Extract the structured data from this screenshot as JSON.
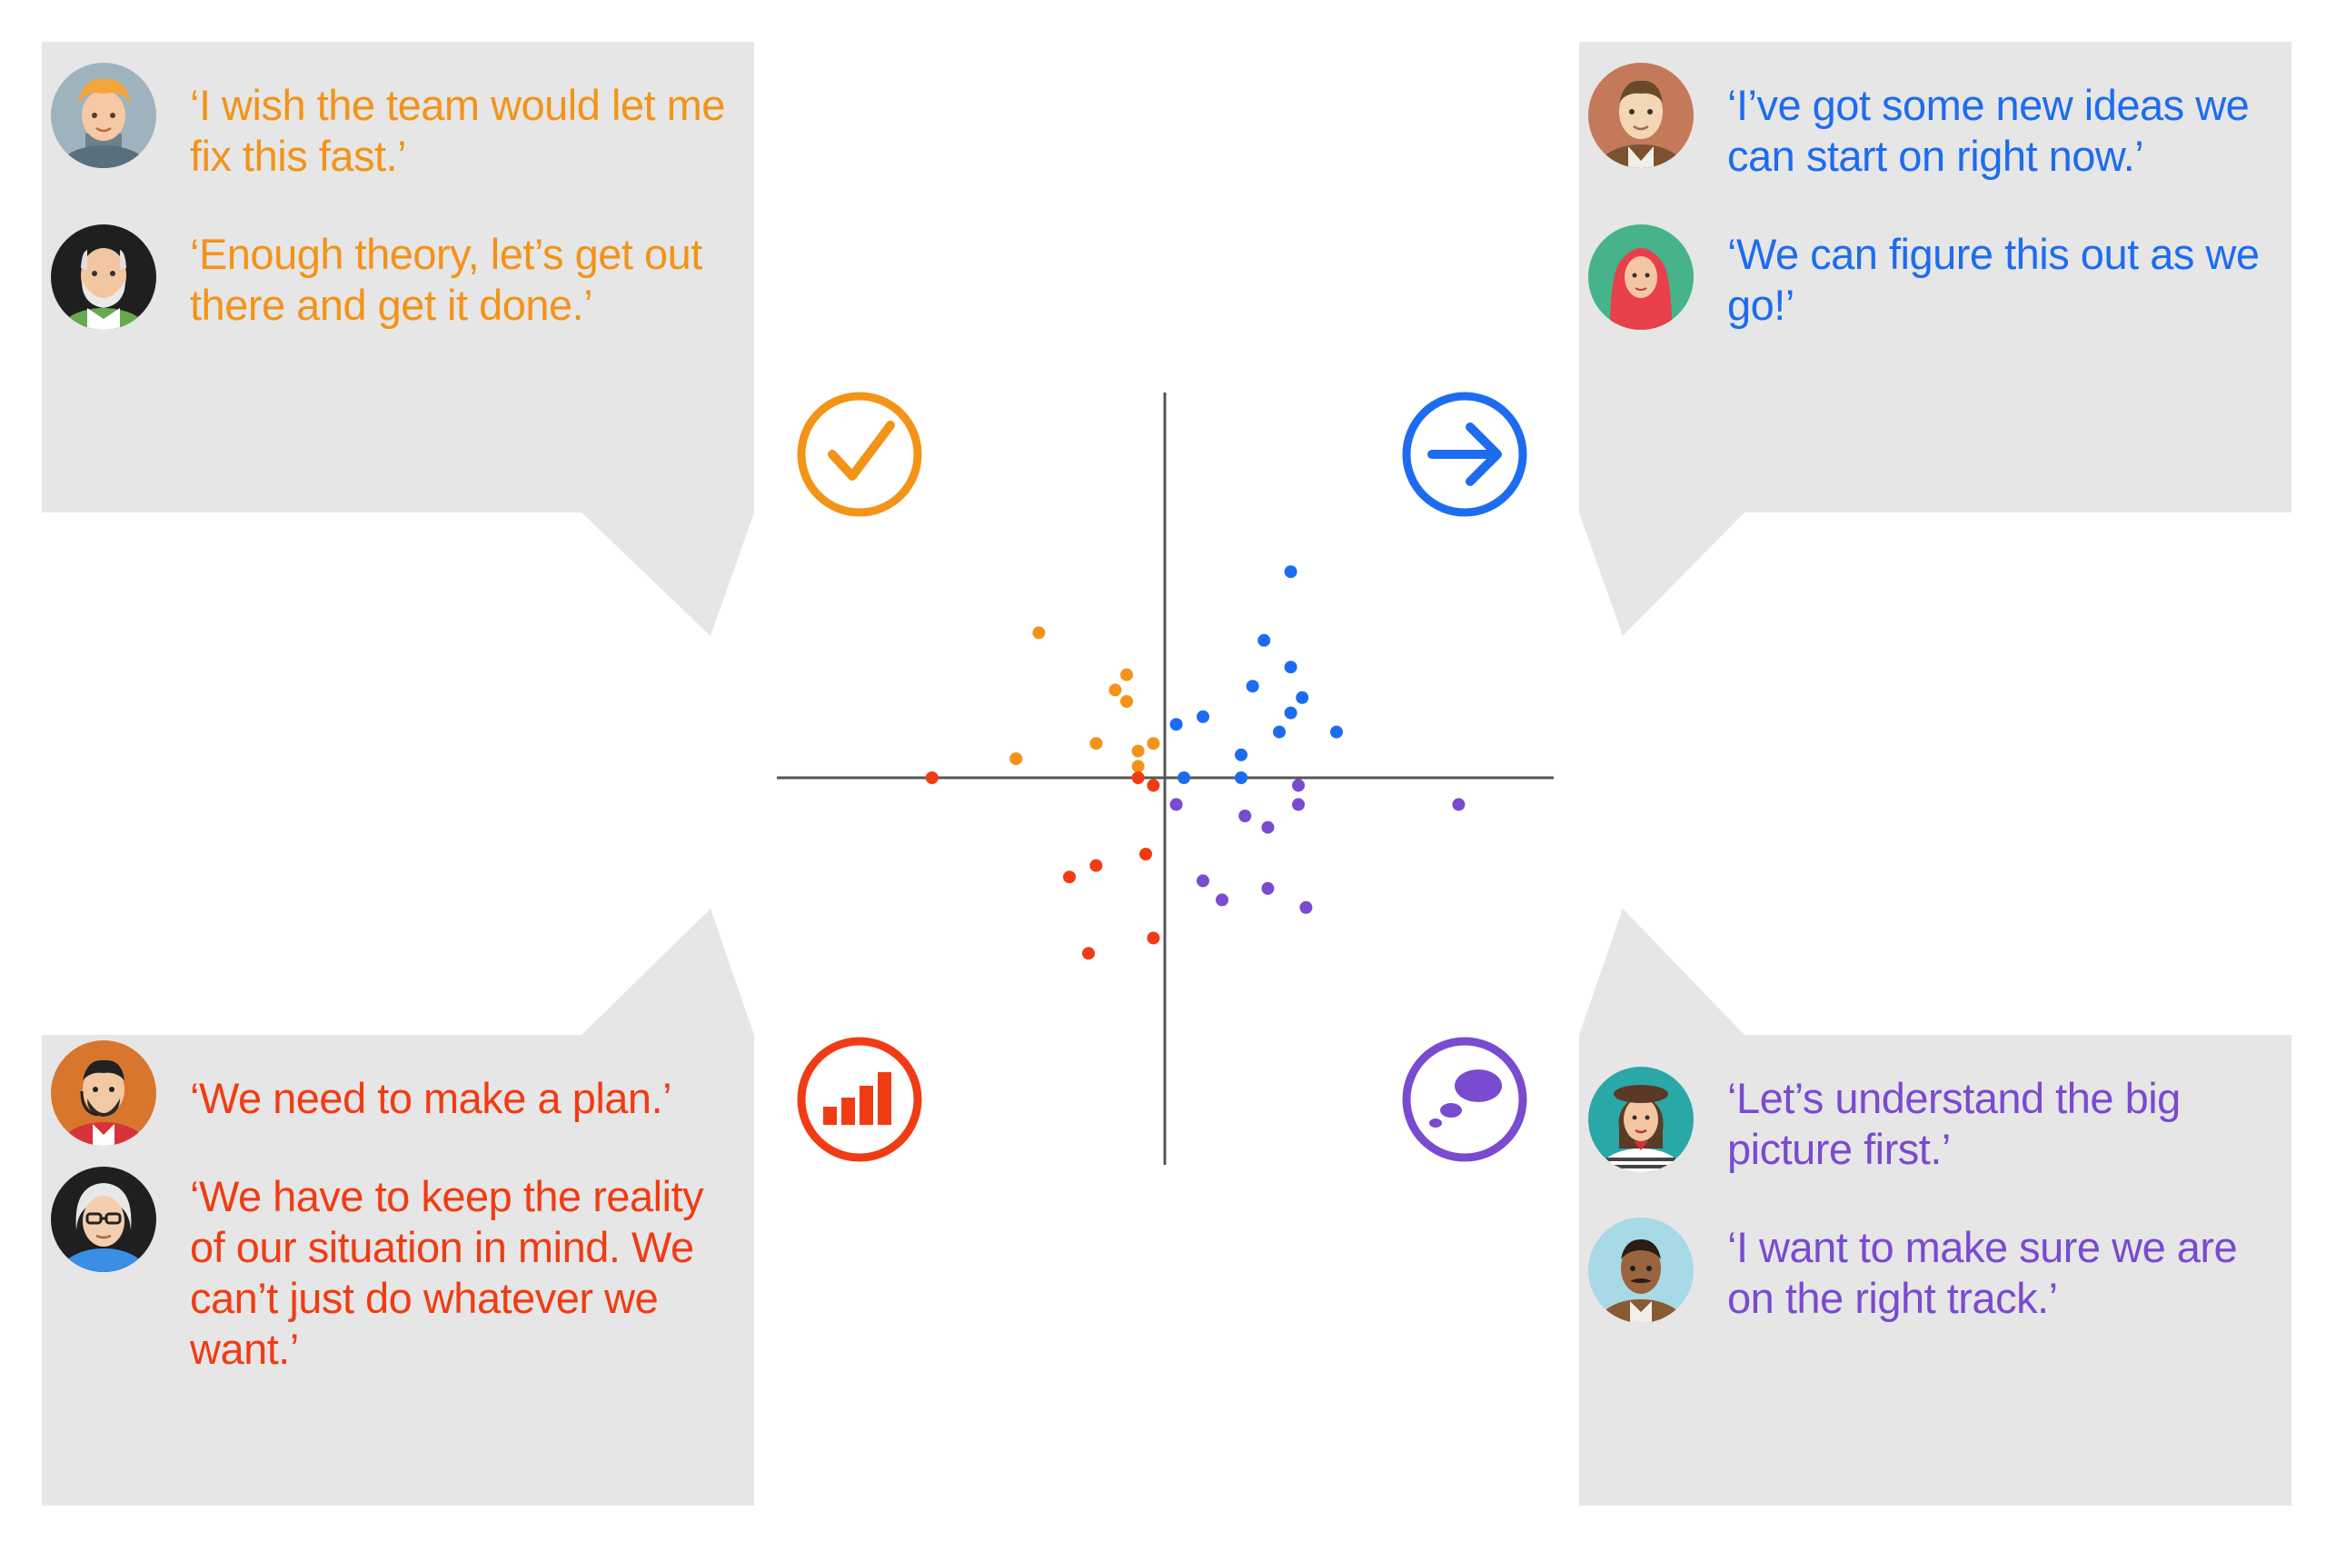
{
  "quadrants": {
    "top_left": {
      "color": "#f39318",
      "icon": "checkmark-icon",
      "quotes": [
        {
          "text": "‘I wish the team would let me fix this fast.’",
          "avatar": "avatar-blonde-man"
        },
        {
          "text": "‘Enough theory, let’s get out there and get it done.’",
          "avatar": "avatar-bald-bearded-man"
        }
      ]
    },
    "top_right": {
      "color": "#1d6cf0",
      "icon": "arrow-right-icon",
      "quotes": [
        {
          "text": "‘I’ve got some new ideas we can start on right now.’",
          "avatar": "avatar-man-brown"
        },
        {
          "text": "‘We can figure this out as we go!’",
          "avatar": "avatar-woman-hijab"
        }
      ]
    },
    "bottom_left": {
      "color": "#f03c14",
      "icon": "bar-chart-icon",
      "quotes": [
        {
          "text": "‘We need to make a plan.’",
          "avatar": "avatar-man-headset"
        },
        {
          "text": "‘We have to keep the reality of our situation in mind. We can’t just do whatever we want.’",
          "avatar": "avatar-older-woman-glasses"
        }
      ]
    },
    "bottom_right": {
      "color": "#7a4ad0",
      "icon": "thought-bubble-icon",
      "quotes": [
        {
          "text": "‘Let’s understand the big picture first.’",
          "avatar": "avatar-woman-beret"
        },
        {
          "text": "‘I want to make sure we are on the right track.’",
          "avatar": "avatar-man-mustache"
        }
      ]
    }
  },
  "chart_data": {
    "type": "scatter",
    "title": "",
    "xlabel": "",
    "ylabel": "",
    "xlim": [
      -10,
      10
    ],
    "ylim": [
      -10,
      10
    ],
    "grid": false,
    "axes": "cross-at-origin",
    "series": [
      {
        "color": "#f39318",
        "points": [
          [
            -3.3,
            3.8
          ],
          [
            -1.0,
            2.7
          ],
          [
            -1.3,
            2.3
          ],
          [
            -1.0,
            2.0
          ],
          [
            -1.8,
            0.9
          ],
          [
            -0.3,
            0.9
          ],
          [
            -3.9,
            0.5
          ],
          [
            -0.7,
            0.7
          ],
          [
            -0.7,
            0.3
          ]
        ]
      },
      {
        "color": "#1d6cf0",
        "points": [
          [
            3.3,
            5.4
          ],
          [
            2.6,
            3.6
          ],
          [
            3.3,
            2.9
          ],
          [
            2.3,
            2.4
          ],
          [
            3.6,
            2.1
          ],
          [
            3.3,
            1.7
          ],
          [
            1.0,
            1.6
          ],
          [
            0.3,
            1.4
          ],
          [
            3.0,
            1.2
          ],
          [
            4.5,
            1.2
          ],
          [
            2.0,
            0.6
          ],
          [
            2.0,
            0.0
          ],
          [
            0.5,
            0.0
          ]
        ]
      },
      {
        "color": "#7a4ad0",
        "points": [
          [
            3.5,
            -0.2
          ],
          [
            0.3,
            -0.7
          ],
          [
            3.5,
            -0.7
          ],
          [
            7.7,
            -0.7
          ],
          [
            2.1,
            -1.0
          ],
          [
            2.7,
            -1.3
          ],
          [
            1.0,
            -2.7
          ],
          [
            1.5,
            -3.2
          ],
          [
            2.7,
            -2.9
          ],
          [
            3.7,
            -3.4
          ]
        ]
      },
      {
        "color": "#f03c14",
        "points": [
          [
            -6.1,
            0.0
          ],
          [
            -0.7,
            0.0
          ],
          [
            -0.3,
            -0.2
          ],
          [
            -0.5,
            -2.0
          ],
          [
            -1.8,
            -2.3
          ],
          [
            -2.5,
            -2.6
          ],
          [
            -0.3,
            -4.2
          ],
          [
            -2.0,
            -4.6
          ]
        ]
      }
    ]
  }
}
